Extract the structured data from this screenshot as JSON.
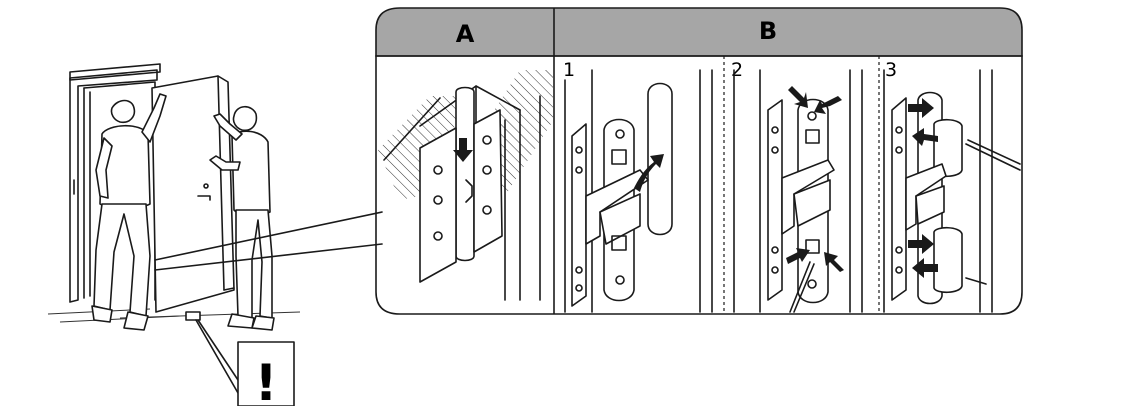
{
  "figure": {
    "panel_a_label": "A",
    "panel_b_label": "B",
    "steps": [
      "1",
      "2",
      "3"
    ],
    "warning_symbol": "!"
  },
  "colors": {
    "header_fill": "#a6a6a6",
    "stroke": "#1a1a1a",
    "background": "#ffffff"
  },
  "icons": {
    "warning": "exclamation-icon",
    "arrows": "black-arrow-icon",
    "tools": "screwdriver-icon"
  }
}
